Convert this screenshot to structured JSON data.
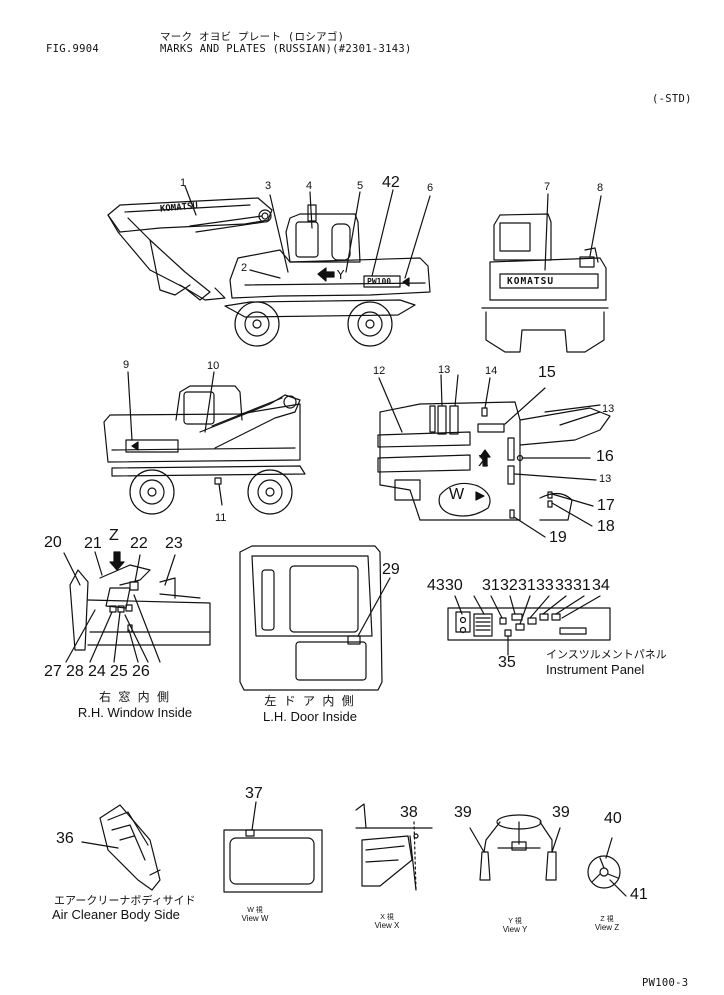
{
  "header": {
    "fig": "FIG.9904",
    "title_jp": "マーク オヨビ プレート (ロシアゴ)",
    "title": "MARKS AND PLATES (RUSSIAN)(#2301-3143)",
    "spec": "(-STD)",
    "footer": "PW100-3"
  },
  "plates": {
    "komatsu_boom": "KOMATSU",
    "komatsu_rear": "KOMATSU",
    "pw100": "PW100",
    "arrow_y": "Y"
  },
  "callouts": {
    "c1": "1",
    "c2": "2",
    "c3": "3",
    "c4": "4",
    "c5": "5",
    "c42": "42",
    "c6": "6",
    "c7": "7",
    "c8": "8",
    "c9": "9",
    "c10": "10",
    "c11": "11",
    "c12": "12",
    "c13a": "13",
    "c14": "14",
    "c15": "15",
    "c13b": "13",
    "c16": "16",
    "c13c": "13",
    "c17": "17",
    "c18": "18",
    "c19": "19",
    "x_mark": "X",
    "w_mark": "W",
    "c20": "20",
    "c21": "21",
    "z_mark": "Z",
    "c22": "22",
    "c23": "23",
    "c27": "27",
    "c28": "28",
    "c24": "24",
    "c25": "25",
    "c26": "26",
    "c29": "29",
    "c43": "43",
    "c30": "30",
    "c31a": "31",
    "c32": "32",
    "c31b": "31",
    "c33a": "33",
    "c33b": "33",
    "c31c": "31",
    "c34": "34",
    "c35": "35",
    "c36": "36",
    "c37": "37",
    "c38": "38",
    "c39a": "39",
    "c39b": "39",
    "c40": "40",
    "c41": "41"
  },
  "captions": {
    "rh_jp": "右 窓 内 側",
    "rh": "R.H. Window Inside",
    "lh_jp": "左 ド ア 内 側",
    "lh": "L.H. Door Inside",
    "ip_jp": "インスツルメントパネル",
    "ip": "Instrument Panel",
    "ac_jp": "エアークリーナボディサイド",
    "ac": "Air Cleaner Body Side",
    "vw_jp": "W 視",
    "vw": "View W",
    "vx_jp": "X 視",
    "vx": "View X",
    "vy_jp": "Y 視",
    "vy": "View Y",
    "vz_jp": "Z 視",
    "vz": "View Z"
  }
}
